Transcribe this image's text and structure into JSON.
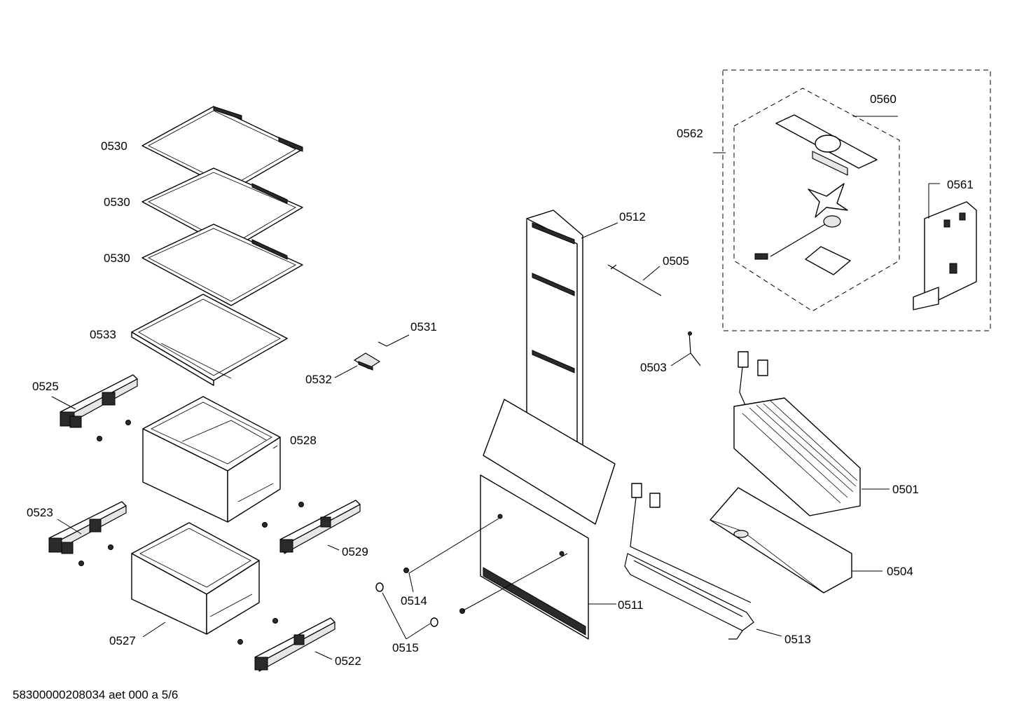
{
  "footer": {
    "document_code": "58300000208034 aet 000 a 5/6"
  },
  "parts": {
    "p0530_a": "0530",
    "p0530_b": "0530",
    "p0530_c": "0530",
    "p0533": "0533",
    "p0525": "0525",
    "p0528": "0528",
    "p0523": "0523",
    "p0529": "0529",
    "p0527": "0527",
    "p0522": "0522",
    "p0531": "0531",
    "p0532": "0532",
    "p0512": "0512",
    "p0505": "0505",
    "p0503": "0503",
    "p0514": "0514",
    "p0515": "0515",
    "p0511": "0511",
    "p0513": "0513",
    "p0501": "0501",
    "p0504": "0504",
    "p0560": "0560",
    "p0561": "0561",
    "p0562": "0562"
  }
}
